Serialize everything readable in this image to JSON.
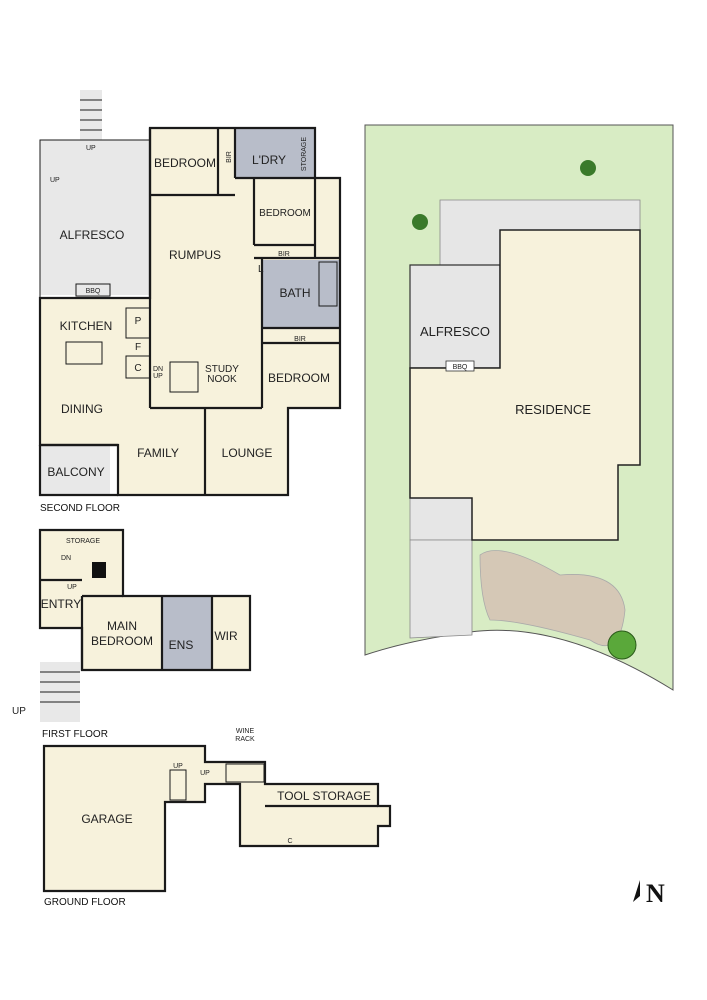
{
  "floor_labels": {
    "second": "SECOND FLOOR",
    "first": "FIRST FLOOR",
    "ground": "GROUND FLOOR"
  },
  "second_floor": {
    "bedroom_nw": "BEDROOM",
    "bir_a": "BIR",
    "laundry": "L'DRY",
    "storage": "STORAGE",
    "bedroom_ne": "BEDROOM",
    "bir_b": "BIR",
    "alfresco": "ALFRESCO",
    "bbq": "BBQ",
    "rumpus": "RUMPUS",
    "bath": "BATH",
    "bath_l": "L",
    "kitchen": "KITCHEN",
    "pantry": "P",
    "fridge": "F",
    "cupboard": "C",
    "bir_c": "BIR",
    "dn": "DN",
    "up": "UP",
    "study_nook_1": "STUDY",
    "study_nook_2": "NOOK",
    "bedroom_se": "BEDROOM",
    "dining": "DINING",
    "family": "FAMILY",
    "lounge": "LOUNGE",
    "balcony": "BALCONY",
    "up_top": "UP",
    "up_left": "UP"
  },
  "first_floor": {
    "storage": "STORAGE",
    "dn": "DN",
    "up": "UP",
    "entry": "ENTRY",
    "main_bedroom_1": "MAIN",
    "main_bedroom_2": "BEDROOM",
    "ens": "ENS",
    "wir": "WIR",
    "up_outside": "UP"
  },
  "ground_floor": {
    "garage": "GARAGE",
    "up_a": "UP",
    "up_b": "UP",
    "wine_rack_1": "WINE",
    "wine_rack_2": "RACK",
    "tool_storage": "TOOL STORAGE",
    "cupboard": "C"
  },
  "site_plan": {
    "alfresco": "ALFRESCO",
    "bbq": "BBQ",
    "residence": "RESIDENCE"
  },
  "north_arrow": "N",
  "colors": {
    "floor_cream": "#f7f2dc",
    "outdoor_grey": "#e8e8e8",
    "wet_area_blue": "#b8bdc9",
    "lawn_green": "#d8ecc4",
    "garden_bed": "#d5c8b6"
  }
}
